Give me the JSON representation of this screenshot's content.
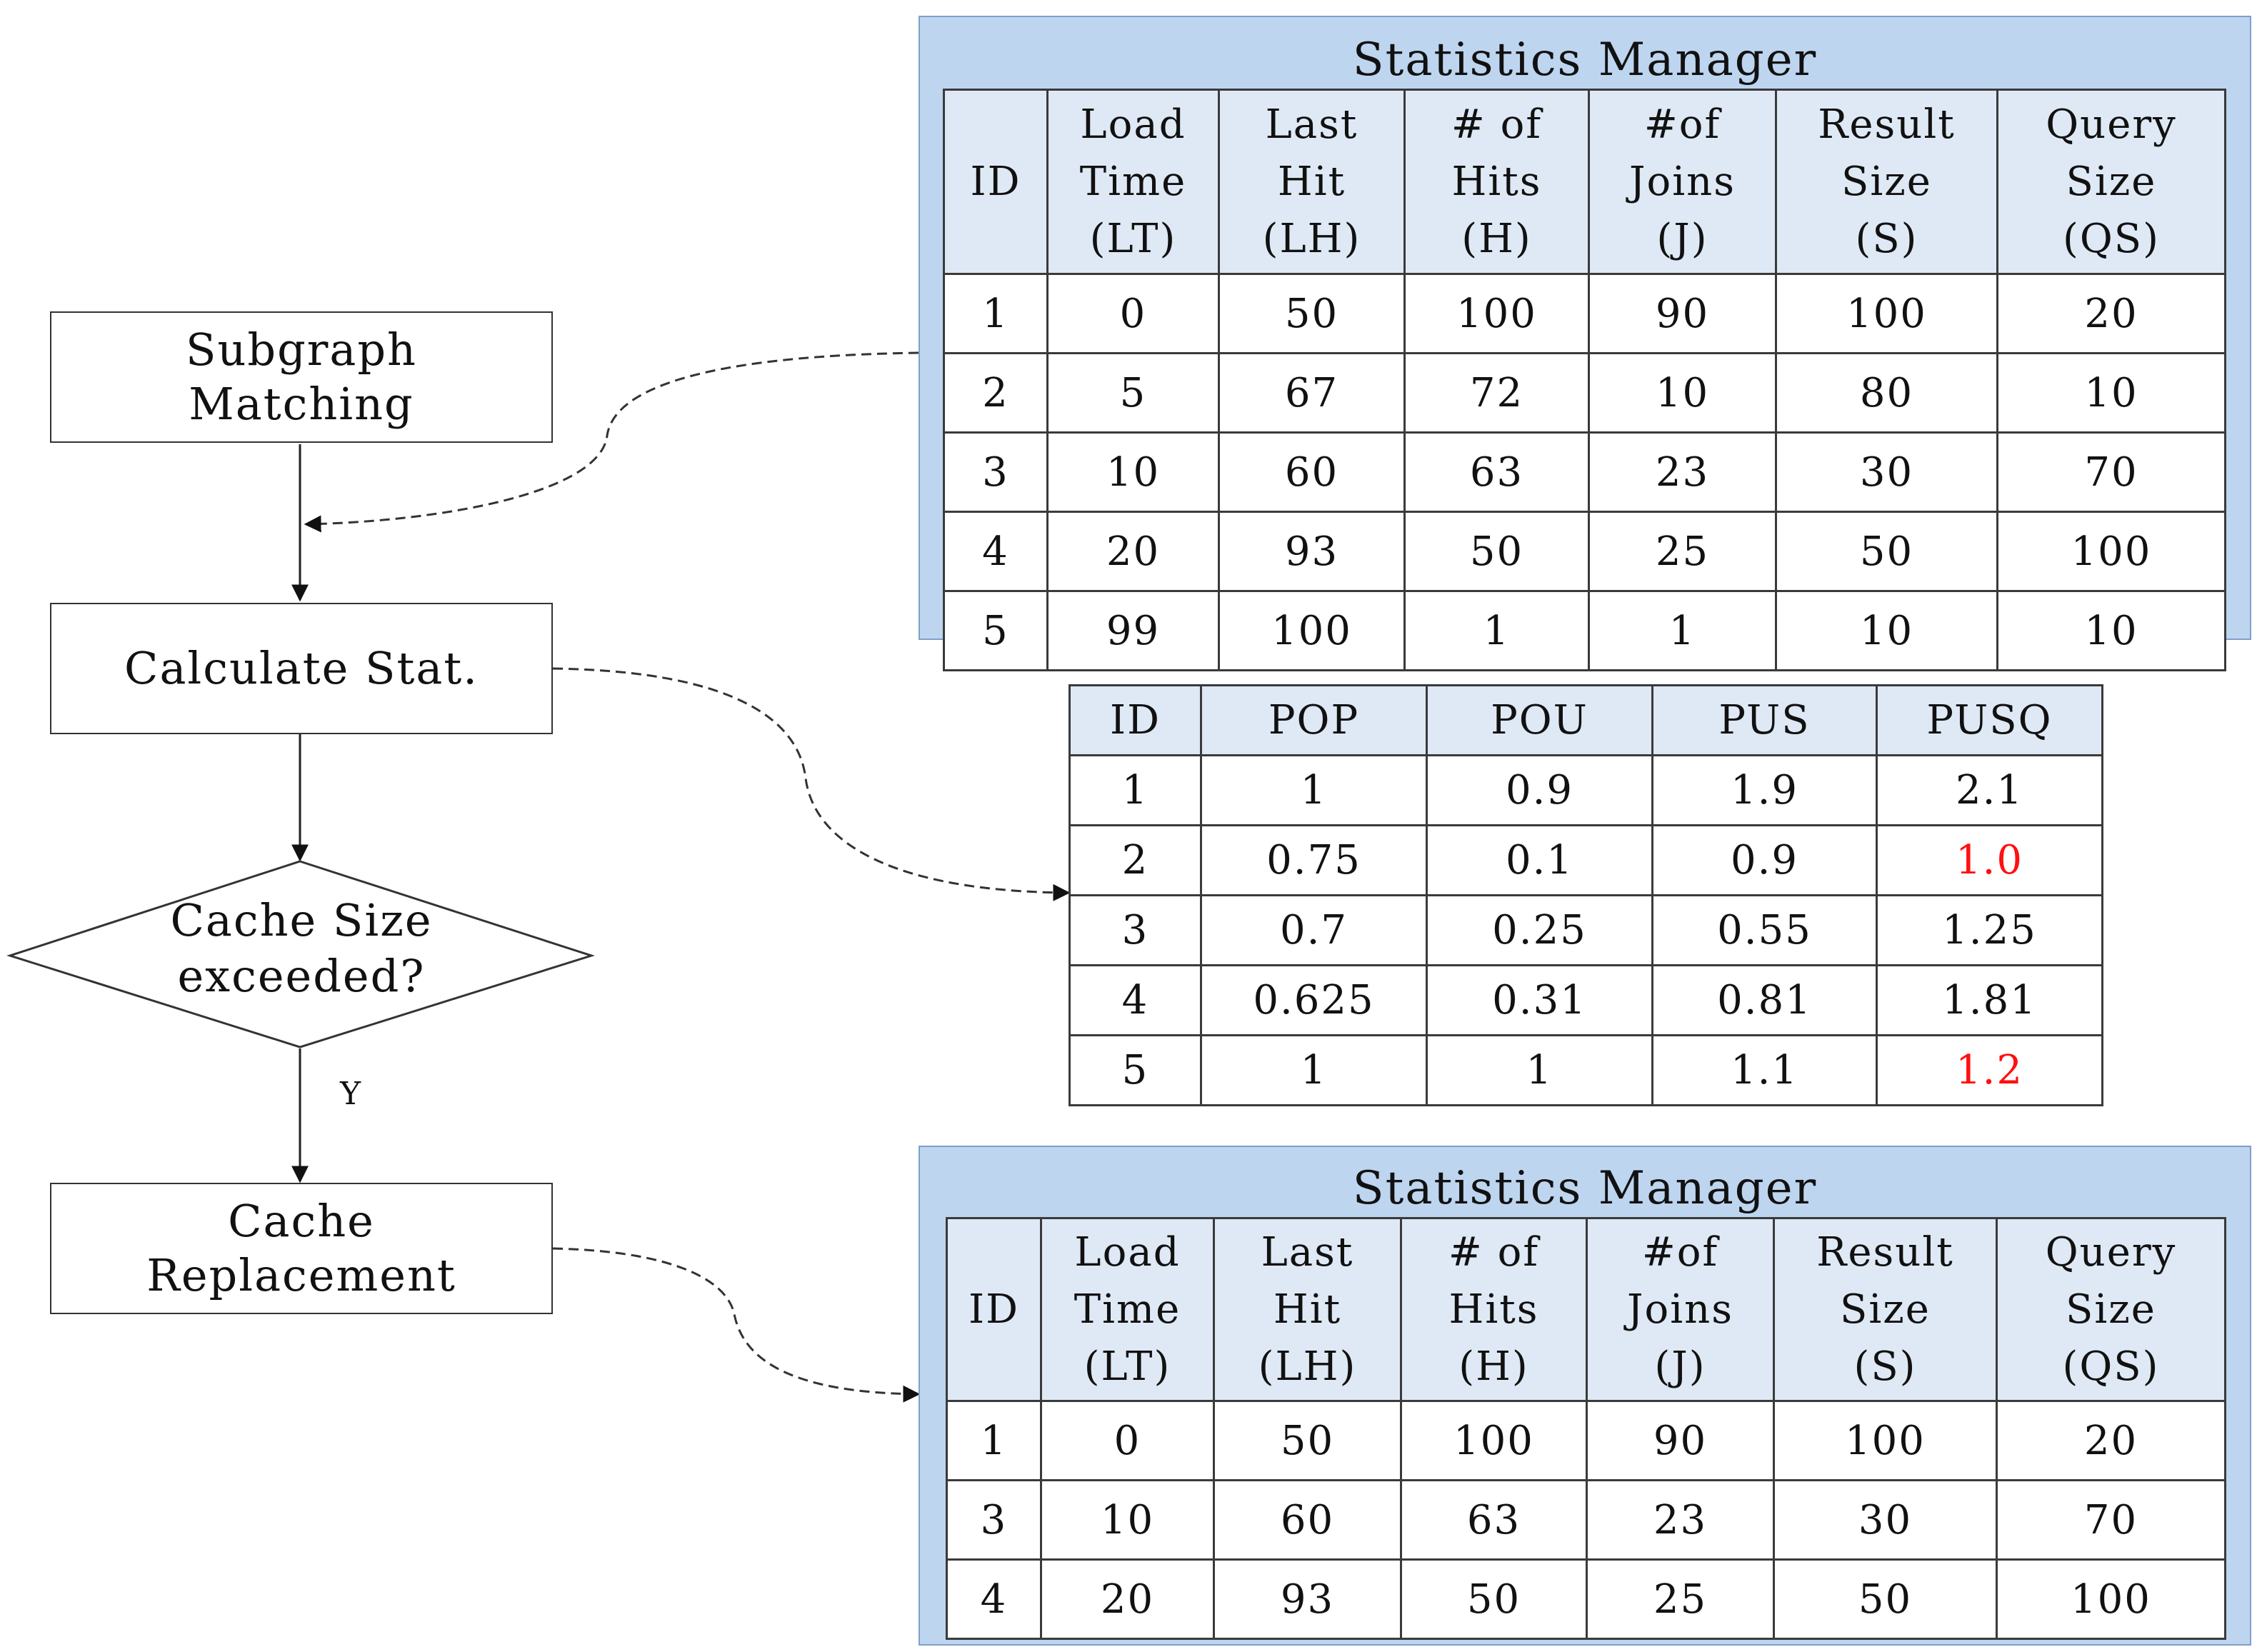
{
  "flow": {
    "subgraph_matching": [
      "Subgraph",
      "Matching"
    ],
    "calculate_stat": "Calculate Stat.",
    "decision": [
      "Cache Size",
      "exceeded?"
    ],
    "yes_label": "Y",
    "cache_replacement": [
      "Cache",
      "Replacement"
    ]
  },
  "stats_header": [
    [
      "ID"
    ],
    [
      "Load",
      "Time",
      "(LT)"
    ],
    [
      "Last",
      "Hit",
      "(LH)"
    ],
    [
      "# of",
      "Hits",
      "(H)"
    ],
    [
      "#of",
      "Joins",
      "(J)"
    ],
    [
      "Result",
      "Size",
      "(S)"
    ],
    [
      "Query",
      "Size",
      "(QS)"
    ]
  ],
  "top_panel": {
    "title": "Statistics Manager",
    "rows": [
      [
        "1",
        "0",
        "50",
        "100",
        "90",
        "100",
        "20"
      ],
      [
        "2",
        "5",
        "67",
        "72",
        "10",
        "80",
        "10"
      ],
      [
        "3",
        "10",
        "60",
        "63",
        "23",
        "30",
        "70"
      ],
      [
        "4",
        "20",
        "93",
        "50",
        "25",
        "50",
        "100"
      ],
      [
        "5",
        "99",
        "100",
        "1",
        "1",
        "10",
        "10"
      ]
    ]
  },
  "calc_table": {
    "header": [
      "ID",
      "POP",
      "POU",
      "PUS",
      "PUSQ"
    ],
    "rows": [
      [
        "1",
        "1",
        "0.9",
        "1.9",
        "2.1"
      ],
      [
        "2",
        "0.75",
        "0.1",
        "0.9",
        "1.0"
      ],
      [
        "3",
        "0.7",
        "0.25",
        "0.55",
        "1.25"
      ],
      [
        "4",
        "0.625",
        "0.31",
        "0.81",
        "1.81"
      ],
      [
        "5",
        "1",
        "1",
        "1.1",
        "1.2"
      ]
    ],
    "highlighted_rows": [
      "2",
      "5"
    ],
    "highlight_color": "#ff1010"
  },
  "bottom_panel": {
    "title": "Statistics Manager",
    "rows": [
      [
        "1",
        "0",
        "50",
        "100",
        "90",
        "100",
        "20"
      ],
      [
        "3",
        "10",
        "60",
        "63",
        "23",
        "30",
        "70"
      ],
      [
        "4",
        "20",
        "93",
        "50",
        "25",
        "50",
        "100"
      ]
    ]
  },
  "colors": {
    "panel_background": "#bed5ef",
    "header_background": "#dfe9f5",
    "highlight": "#ff1010"
  }
}
